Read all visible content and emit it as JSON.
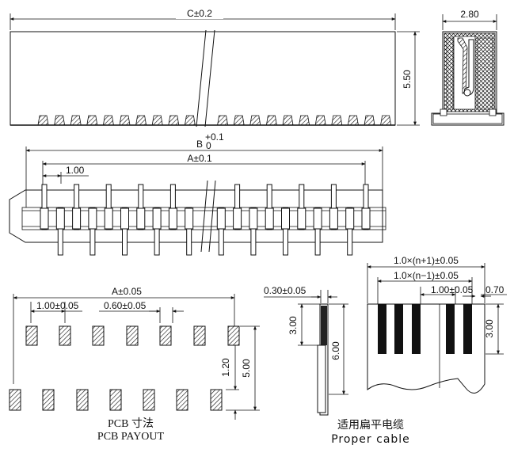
{
  "top_view": {
    "c_dim": "C±0.2",
    "height_dim": "5.50"
  },
  "side_view": {
    "width_dim": "2.80"
  },
  "plan_view": {
    "b_dim_main": "B",
    "b_dim_sup": "+0.1",
    "b_dim_sub": "0",
    "a_dim": "A±0.1",
    "pitch_dim": "1.00"
  },
  "pcb": {
    "a_dim": "A±0.05",
    "pitch_dim": "1.00±0.05",
    "pad_width_dim": "0.60±0.05",
    "row_gap_dim": "1.20",
    "overall_dim": "5.00",
    "caption_cn": "PCB 寸法",
    "caption_en": "PCB PAYOUT"
  },
  "cable_side": {
    "thickness_dim": "0.30±0.05",
    "stiffener_dim": "3.00",
    "length_dim": "6.00"
  },
  "cable": {
    "total_width_dim": "1.0×(n+1)±0.05",
    "inner_width_dim": "1.0×(n−1)±0.05",
    "pitch_dim": "1.00±0.05",
    "conductor_dim": "0.70",
    "exposed_dim": "3.00",
    "caption_cn": "适用扁平电缆",
    "caption_en": "Proper cable"
  }
}
